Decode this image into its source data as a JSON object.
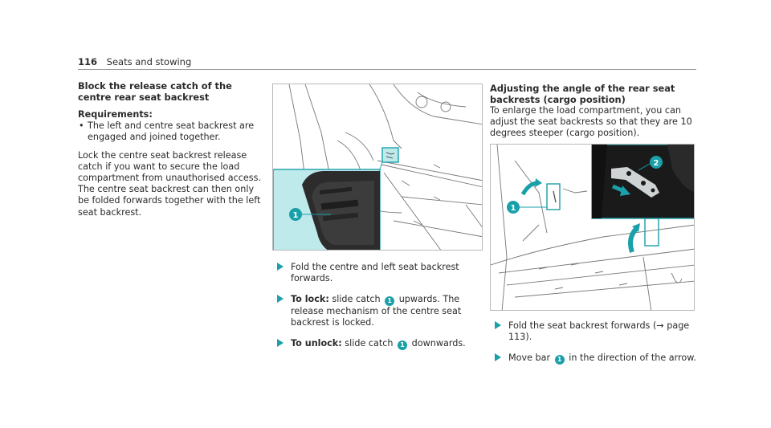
{
  "header": {
    "page_number": "116",
    "section": "Seats and stowing"
  },
  "left": {
    "heading": "Block the release catch of the centre rear seat backrest",
    "requirements_label": "Requirements:",
    "requirements": [
      "The left and centre seat backrest are engaged and joined together."
    ],
    "body": "Lock the centre seat backrest release catch if you want to secure the load compartment from unauthorised access. The centre seat backrest can then only be folded forwards together with the left seat backrest."
  },
  "figure1": {
    "callouts": [
      "1"
    ]
  },
  "middle": {
    "steps": [
      {
        "text": "Fold the centre and left seat backrest forwards."
      },
      {
        "label": "To lock:",
        "text_before": "slide catch",
        "callout": "1",
        "text_after": "upwards. The release mechanism of the centre seat backrest is locked."
      },
      {
        "label": "To unlock:",
        "text_before": "slide catch",
        "callout": "1",
        "text_after": "downwards."
      }
    ]
  },
  "right": {
    "heading": "Adjusting the angle of the rear seat backrests (cargo position)",
    "body": "To enlarge the load compartment, you can adjust the seat backrests so that they are 10 degrees steeper (cargo position).",
    "steps": [
      {
        "text": "Fold the seat backrest forwards (→ page 113)."
      },
      {
        "text_before": "Move bar",
        "callout": "1",
        "text_after": "in the direction of the arrow."
      }
    ]
  },
  "figure2": {
    "callouts": [
      "1",
      "2"
    ]
  },
  "colors": {
    "accent": "#1aa0a8",
    "highlight": "#bfeaec"
  }
}
